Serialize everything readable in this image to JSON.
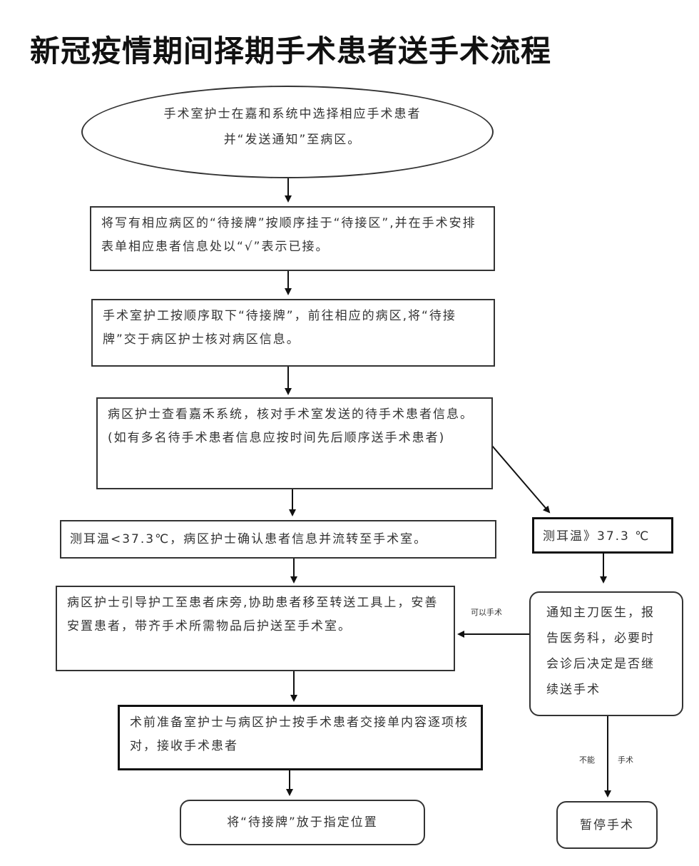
{
  "title": "新冠疫情期间择期手术患者送手术流程",
  "nodes": {
    "start": "手术室护士在嘉和系统中选择相应手术患者并“发送通知”至病区。",
    "step1": "将写有相应病区的“待接牌”按顺序挂于“待接区”,并在手术安排表单相应患者信息处以“√”表示已接。",
    "step2": "手术室护工按顺序取下“待接牌”，前往相应的病区,将“待接牌”交于病区护士核对病区信息。",
    "step3": "病区护士查看嘉禾系统，核对手术室发送的待手术患者信息。(如有多名待手术患者信息应按时间先后顺序送手术患者)",
    "temp_low": "测耳温<37.3℃，病区护士确认患者信息并流转至手术室。",
    "temp_high": "测耳温》37.3 ℃",
    "step4": "病区护士引导护工至患者床旁,协助患者移至转送工具上，安善安置患者，带齐手术所需物品后护送至手术室。",
    "notify": "通知主刀医生，报告医务科，必要时会诊后决定是否继续送手术",
    "step5": "术前准备室护士与病区护士按手术患者交接单内容逐项核对，接收手术患者",
    "end": "将“待接牌”放于指定位置",
    "stop": "暂停手术"
  },
  "edge_labels": {
    "can_operate": "可以手术",
    "cannot_a": "不能",
    "cannot_b": "手术"
  }
}
